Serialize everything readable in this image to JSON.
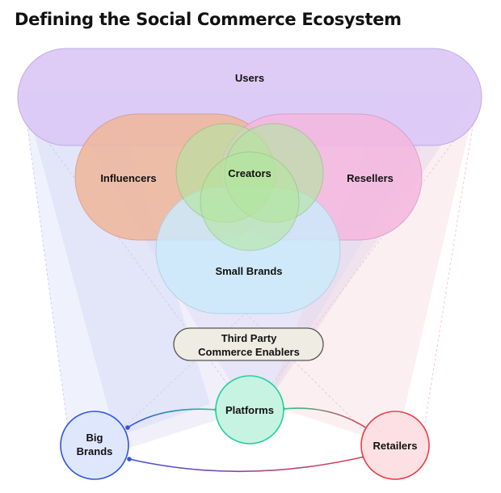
{
  "title": "Defining the Social Commerce Ecosystem",
  "nodes": {
    "users": "Users",
    "influencers": "Influencers",
    "creators": "Creators",
    "resellers": "Resellers",
    "small_brands": "Small Brands",
    "third_party": [
      "Third Party",
      "Commerce Enablers"
    ],
    "platforms": "Platforms",
    "big_brands": [
      "Big",
      "Brands"
    ],
    "retailers": "Retailers"
  },
  "colors": {
    "users": "#dcc8f7",
    "influencers": "#f0b89e",
    "creators": "#b4e6a0",
    "resellers": "#f5b8df",
    "small_brands": "#cdeafb",
    "third_party": "#eeece3",
    "platforms": "#1fd19a",
    "big_brands": "#2f56e0",
    "retailers": "#ee3b48"
  }
}
